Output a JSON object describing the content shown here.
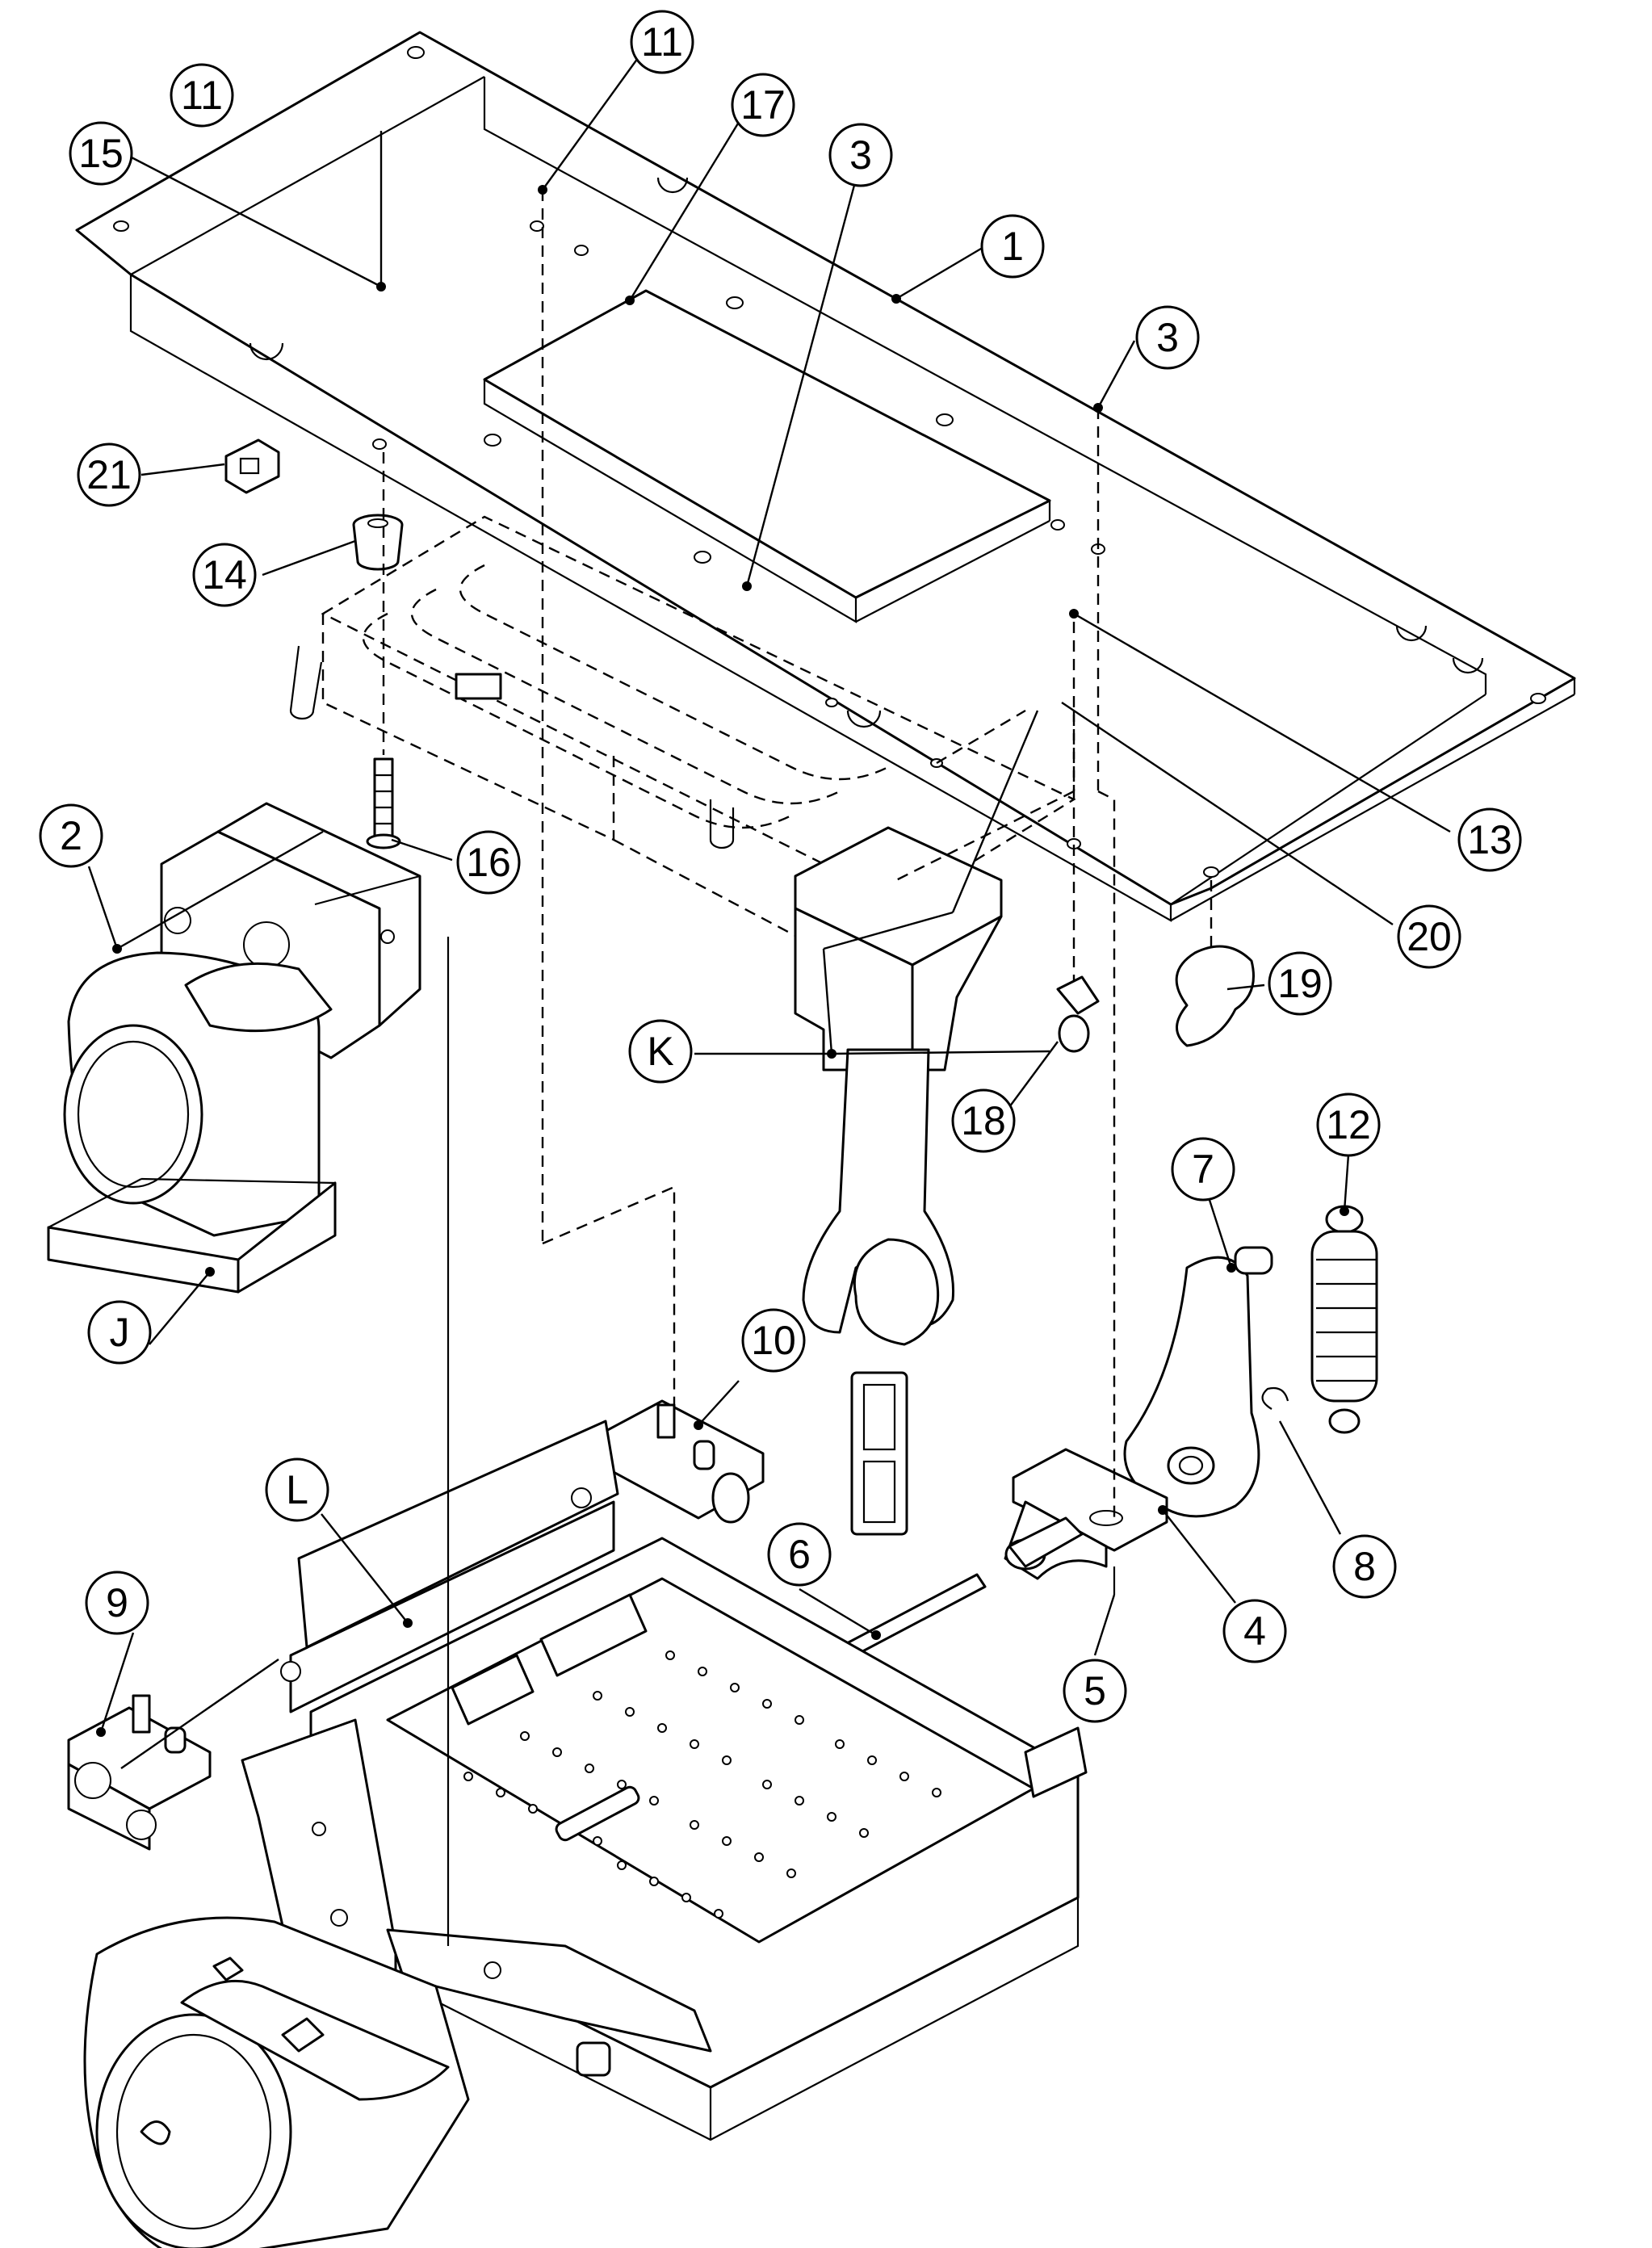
{
  "diagram": {
    "callouts": [
      {
        "id": "c1",
        "label": "1"
      },
      {
        "id": "c2",
        "label": "2"
      },
      {
        "id": "c3a",
        "label": "3"
      },
      {
        "id": "c3b",
        "label": "3"
      },
      {
        "id": "c4",
        "label": "4"
      },
      {
        "id": "c5",
        "label": "5"
      },
      {
        "id": "c6",
        "label": "6"
      },
      {
        "id": "c7",
        "label": "7"
      },
      {
        "id": "c8",
        "label": "8"
      },
      {
        "id": "c9",
        "label": "9"
      },
      {
        "id": "c10",
        "label": "10"
      },
      {
        "id": "c11a",
        "label": "11"
      },
      {
        "id": "c11b",
        "label": "11"
      },
      {
        "id": "c12",
        "label": "12"
      },
      {
        "id": "c13",
        "label": "13"
      },
      {
        "id": "c14",
        "label": "14"
      },
      {
        "id": "c15",
        "label": "15"
      },
      {
        "id": "c16",
        "label": "16"
      },
      {
        "id": "c17",
        "label": "17"
      },
      {
        "id": "c18",
        "label": "18"
      },
      {
        "id": "c19",
        "label": "19"
      },
      {
        "id": "c20",
        "label": "20"
      },
      {
        "id": "c21",
        "label": "21"
      },
      {
        "id": "cJ",
        "label": "J"
      },
      {
        "id": "cK",
        "label": "K"
      },
      {
        "id": "cL",
        "label": "L"
      }
    ]
  }
}
